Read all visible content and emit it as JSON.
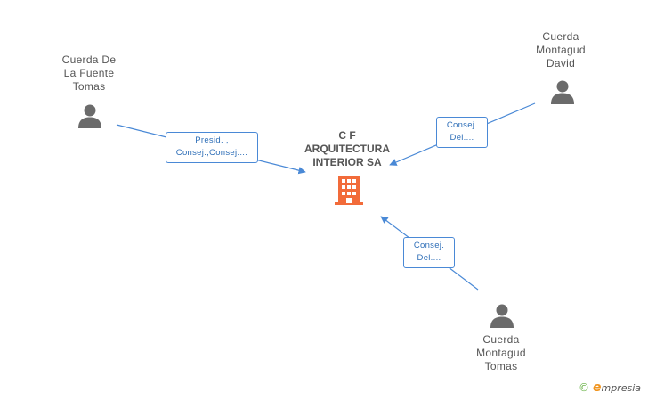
{
  "nodes": {
    "company": {
      "label_lines": [
        "C F",
        "ARQUITECTURA",
        "INTERIOR SA"
      ],
      "icon": "building-icon",
      "color": "#f26b3a"
    },
    "person_fuente": {
      "label_lines": [
        "Cuerda De",
        "La Fuente",
        "Tomas"
      ],
      "icon": "person-icon"
    },
    "person_david": {
      "label_lines": [
        "Cuerda",
        "Montagud",
        "David"
      ],
      "icon": "person-icon"
    },
    "person_tomas": {
      "label_lines": [
        "Cuerda",
        "Montagud",
        "Tomas"
      ],
      "icon": "person-icon"
    }
  },
  "edges": {
    "fuente": {
      "label_lines": [
        "Presid. ,",
        "Consej.,Consej...."
      ]
    },
    "david": {
      "label_lines": [
        "Consej.",
        "Del...."
      ]
    },
    "tomas": {
      "label_lines": [
        "Consej.",
        "Del...."
      ]
    }
  },
  "colors": {
    "edge": "#4a89d6",
    "person": "#6b6b6b",
    "text": "#555555"
  },
  "brand": {
    "copyright": "©",
    "e": "e",
    "rest": "mpresia"
  }
}
